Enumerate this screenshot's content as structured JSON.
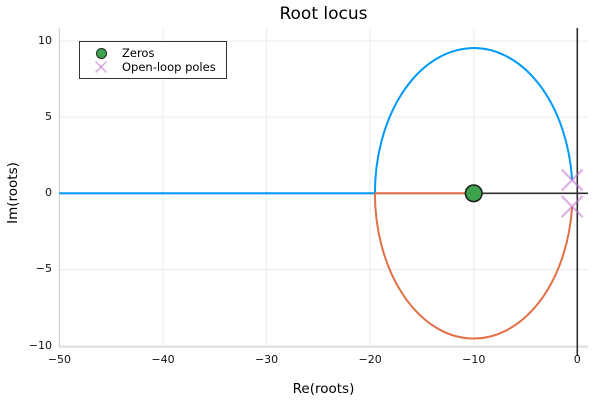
{
  "chart_data": {
    "type": "line",
    "title": "Root locus",
    "xlabel": "Re(roots)",
    "ylabel": "Im(roots)",
    "xlim": [
      -50,
      1.05
    ],
    "ylim": [
      -10.85,
      10.85
    ],
    "grid": true,
    "xticks": {
      "values": [
        -50,
        -40,
        -30,
        -20,
        -10,
        0
      ],
      "labels": [
        "−50",
        "−40",
        "−30",
        "−20",
        "−10",
        "0"
      ]
    },
    "yticks": {
      "values": [
        10,
        5,
        0,
        -5,
        -10
      ],
      "labels": [
        "10",
        "5",
        "0",
        "−5",
        "−10"
      ]
    },
    "axis_zero_lines": {
      "vertical_at_re": 0,
      "horizontal_at_im": 0,
      "color": "#2e2e2e"
    },
    "zeros": [
      {
        "re": -10,
        "im": 0
      }
    ],
    "open_loop_poles": [
      {
        "re": -0.5,
        "im": 0.87
      },
      {
        "re": -0.5,
        "im": -0.87
      }
    ],
    "locus": {
      "circle_center": {
        "re": -10,
        "im": 0
      },
      "circle_radius": 9.54,
      "break_in_re": -19.54,
      "branches": [
        {
          "name": "branch-upper",
          "color": "#009af9",
          "description": "real axis from -50 to break-in -19.54, then upper arc to pole -0.5+0.87j"
        },
        {
          "name": "branch-lower",
          "color": "#e26f46",
          "description": "lower arc from break-in -19.54 to pole -0.5-0.87j, plus real-axis segment -19.54 to zero at -10"
        }
      ]
    },
    "marker_styles": {
      "zero": {
        "shape": "filled-circle",
        "fill": "#3da44d",
        "stroke": "#1f1f1f"
      },
      "pole": {
        "shape": "x-cross",
        "color": "#c270d2",
        "opacity": 0.55
      }
    },
    "style_colors": {
      "grid": "#ececec",
      "spine": "#c8c8c8",
      "zero_axis": "#2e2e2e"
    },
    "legend": {
      "position": "top-left",
      "items": [
        {
          "label": "Zeros",
          "marker": "filled-circle",
          "color": "#3da44d"
        },
        {
          "label": "Open-loop poles",
          "marker": "x-cross",
          "color": "#c270d2",
          "opacity": 0.55
        }
      ]
    }
  }
}
